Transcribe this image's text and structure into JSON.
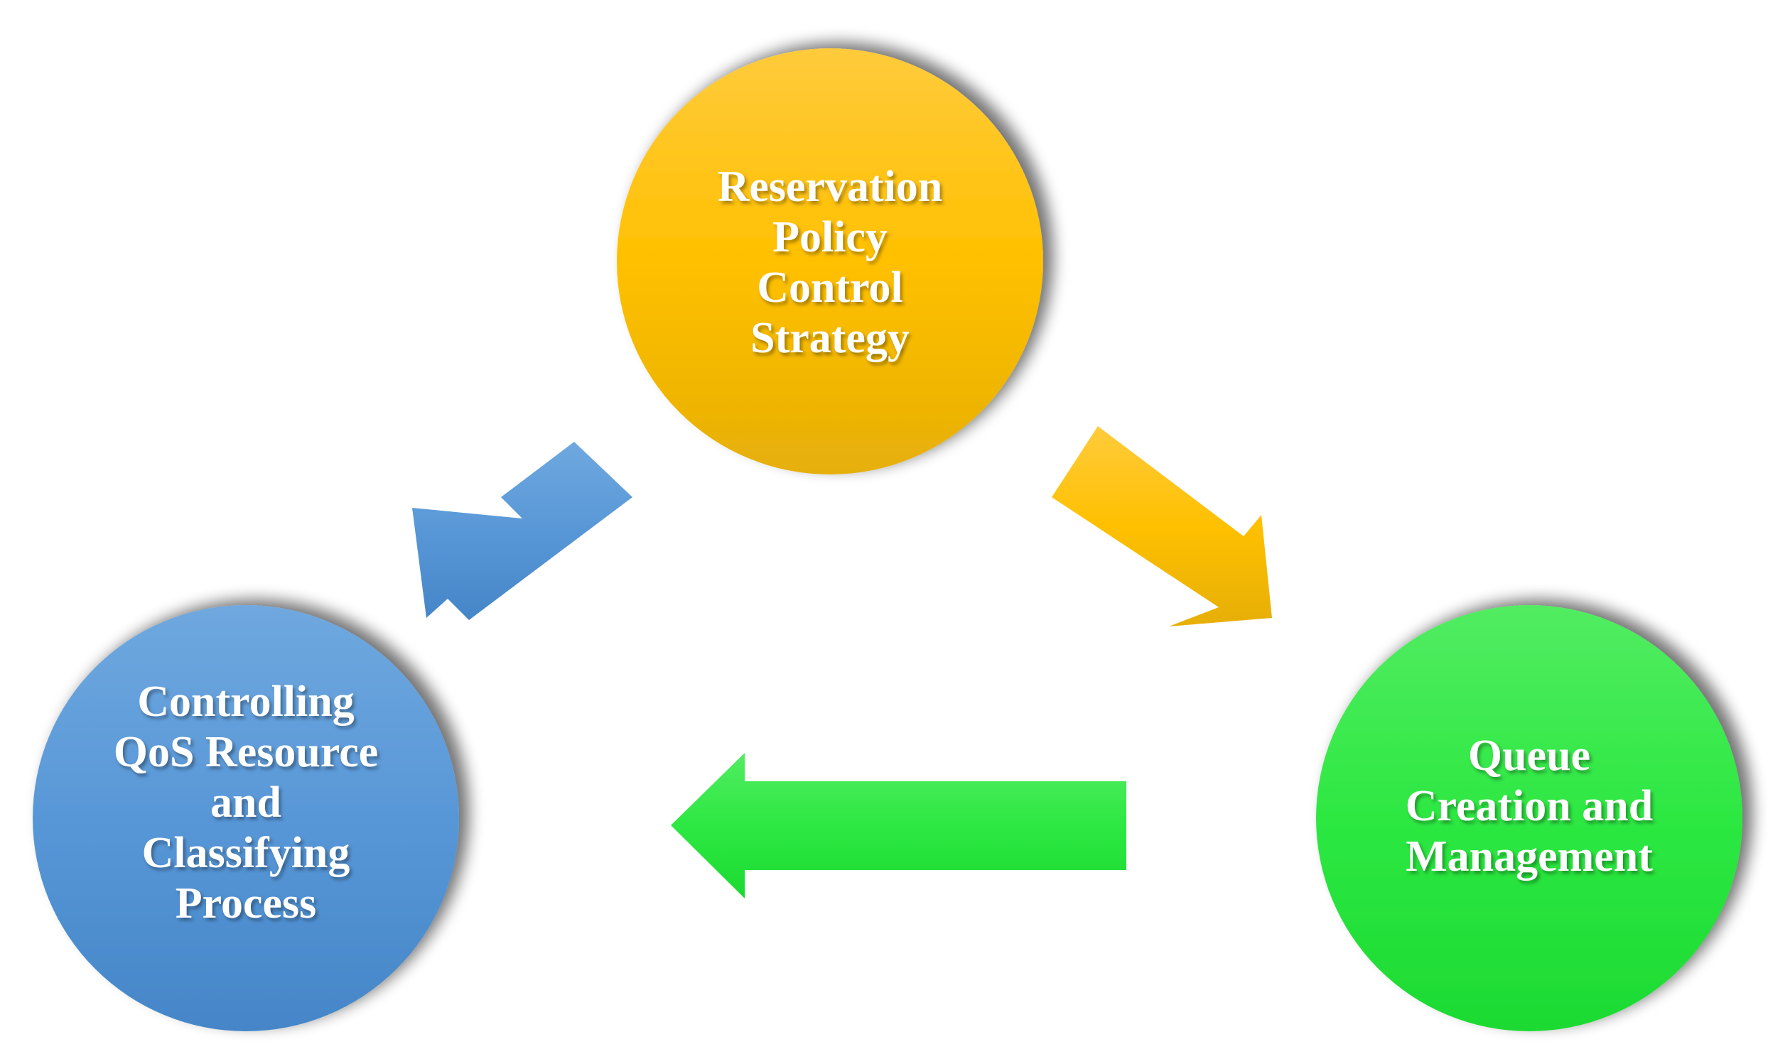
{
  "nodes": {
    "top": {
      "lines": [
        "Reservation",
        "Policy",
        "Control",
        "Strategy"
      ],
      "color": "#FFC000"
    },
    "left": {
      "lines": [
        "Controlling",
        "QoS Resource",
        "and",
        "Classifying",
        "Process"
      ],
      "color": "#5B9BD5"
    },
    "right": {
      "lines": [
        "Queue",
        "Creation and",
        "Management"
      ],
      "color": "#22E53A"
    }
  },
  "arrows": [
    {
      "from": "top",
      "to": "left",
      "color": "#5B9BD5"
    },
    {
      "from": "top",
      "to": "right",
      "color": "#FFC000"
    },
    {
      "from": "right",
      "to": "left",
      "color": "#22E53A"
    }
  ]
}
